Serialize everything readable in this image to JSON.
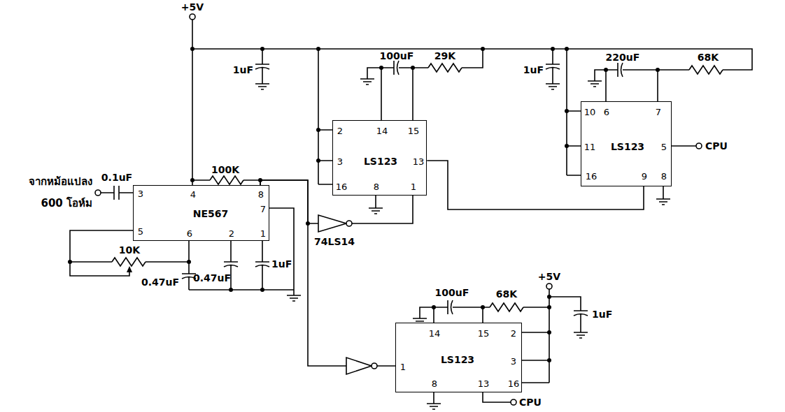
{
  "diagram": {
    "nodes": [
      {
        "text": [
          "NE567",
          "4",
          "8",
          "3",
          "7",
          "5",
          "6",
          "2",
          "1"
        ]
      },
      {
        "text": [
          "LS123",
          "2",
          "14",
          "15",
          "3",
          "13",
          "16",
          "8",
          "1"
        ]
      },
      {
        "text": [
          "LS123",
          "10",
          "6",
          "7",
          "11",
          "5",
          "16",
          "9",
          "8"
        ]
      },
      {
        "text": [
          "LS123",
          "14",
          "15",
          "2",
          "1",
          "3",
          "8",
          "13",
          "16"
        ]
      }
    ],
    "edges": [
      {
        "from": 0,
        "to": 1,
        "arrow": "none"
      },
      {
        "from": 0,
        "to": 3,
        "arrow": "none"
      },
      {
        "from": 1,
        "to": 2,
        "arrow": "none"
      }
    ],
    "labels": [
      "+5V",
      "1uF",
      "100uF",
      "29K",
      "1uF",
      "220uF",
      "68K",
      "100K",
      "CPU",
      "จากหม้อแปลง",
      "600 โอห์ม",
      "0.1uF",
      "10K",
      "0.47uF",
      "0.47uF",
      "1uF",
      "74LS14",
      "+5V",
      "100uF",
      "68K",
      "1uF",
      "CPU"
    ]
  }
}
